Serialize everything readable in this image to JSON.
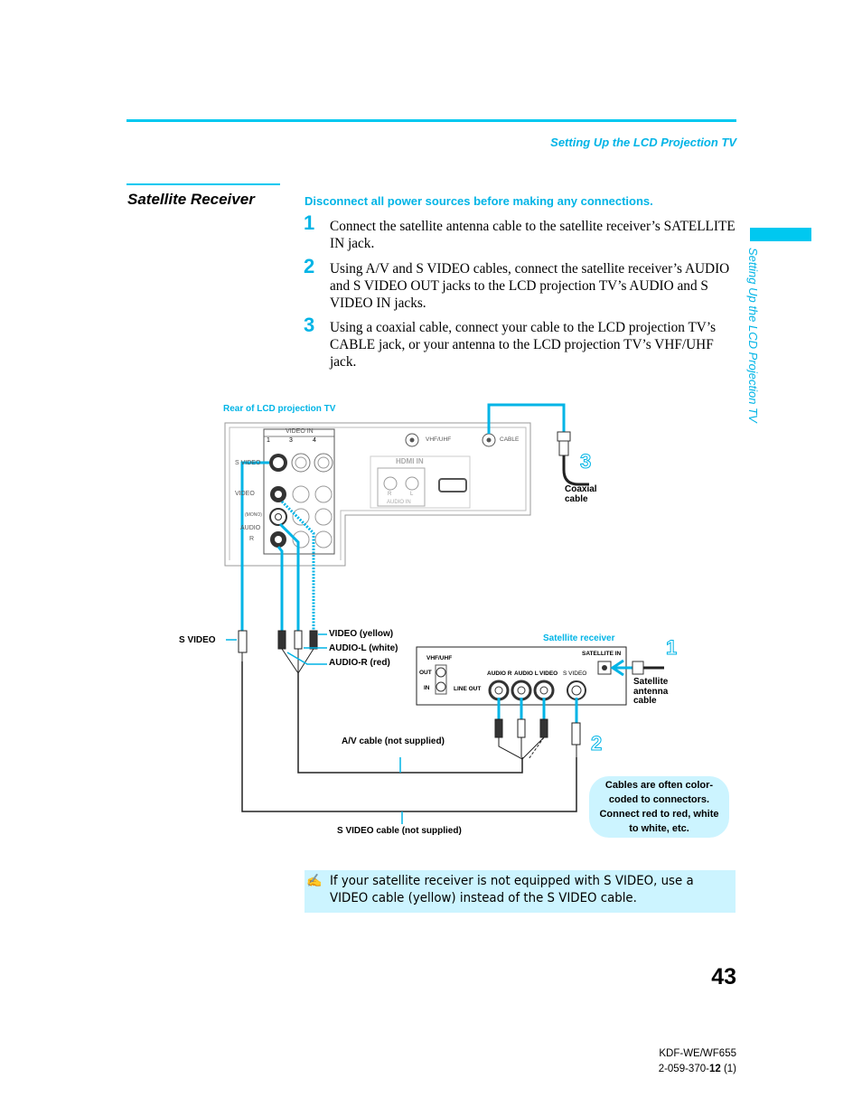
{
  "header": {
    "running_title": "Setting Up the LCD Projection TV"
  },
  "section": {
    "title": "Satellite Receiver",
    "warning": "Disconnect all power sources before making any connections."
  },
  "steps": [
    {
      "number": "1",
      "text": "Connect the satellite antenna cable to the satellite receiver’s SATELLITE IN jack."
    },
    {
      "number": "2",
      "text": "Using A/V and S VIDEO cables, connect the satellite receiver’s AUDIO and S VIDEO OUT jacks to the LCD projection TV’s AUDIO and S VIDEO IN jacks."
    },
    {
      "number": "3",
      "text": "Using a coaxial cable, connect your cable to the LCD projection TV’s CABLE jack, or your antenna to the LCD projection TV’s VHF/UHF jack."
    }
  ],
  "side_tab": {
    "text": "Setting Up the LCD Projection TV"
  },
  "diagram": {
    "tv_label": "Rear of LCD projection TV",
    "tv_panel": {
      "video_in": "VIDEO IN",
      "jack_numbers": [
        "1",
        "3",
        "4"
      ],
      "s_video": "S VIDEO",
      "video": "VIDEO",
      "mono": "(MONO)",
      "audio": "AUDIO",
      "r": "R",
      "vhf_uhf": "VHF/UHF",
      "cable": "CABLE",
      "hdmi_in": "HDMI IN",
      "audio_in": "AUDIO IN",
      "audio_r": "R",
      "audio_l": "L"
    },
    "coaxial_cable": "Coaxial cable",
    "step_markers": [
      "3",
      "1",
      "2"
    ],
    "s_video_label": "S VIDEO",
    "video_yellow": "VIDEO (yellow)",
    "audio_l_white": "AUDIO-L (white)",
    "audio_r_red": "AUDIO-R (red)",
    "receiver_label": "Satellite receiver",
    "receiver_panel": {
      "satellite_in": "SATELLITE IN",
      "vhf_uhf": "VHF/UHF",
      "out": "OUT",
      "in": "IN",
      "line_out": "LINE OUT",
      "audio_r": "AUDIO R",
      "audio_l": "AUDIO L",
      "video": "VIDEO",
      "s_video": "S VIDEO"
    },
    "satellite_antenna_cable": "Satellite antenna cable",
    "av_cable": "A/V cable (not supplied)",
    "s_video_cable": "S VIDEO cable (not supplied)",
    "tip": "Cables are often color-coded to connectors. Connect red to red, white to white, etc."
  },
  "note": {
    "icon": "pencil-note-icon",
    "text": "If your satellite receiver is not equipped with S VIDEO, use a VIDEO cable (yellow) instead of the S VIDEO cable."
  },
  "page_number": "43",
  "footer": {
    "model": "KDF-WE/WF655",
    "code_prefix": "2-059-370-",
    "code_bold": "12",
    "code_suffix": " (1)"
  },
  "colors": {
    "accent": "#00b4e6",
    "light_accent": "#ccf4ff"
  }
}
